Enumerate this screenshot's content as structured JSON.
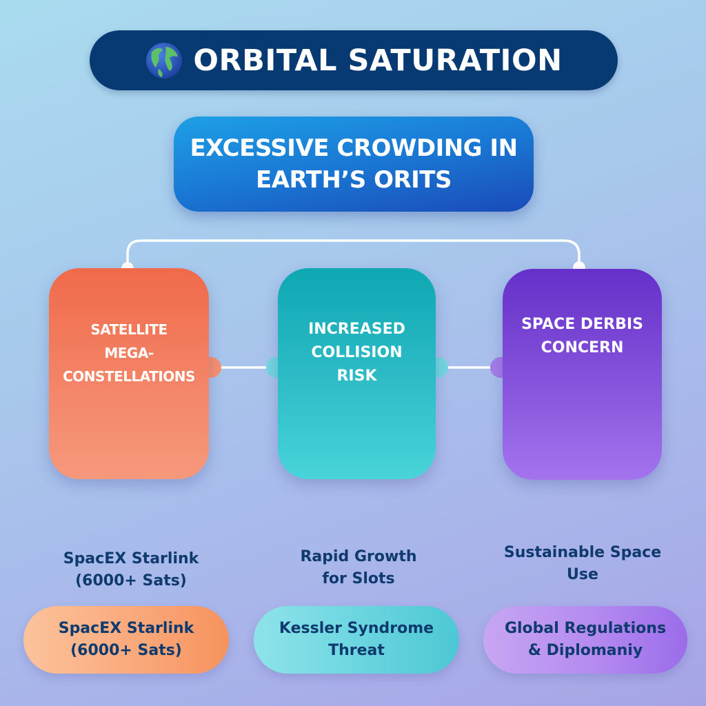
{
  "header": {
    "icon": "globe-icon",
    "title": "ORBITAL SATURATION"
  },
  "main_node": {
    "line1": "EXCESSIVE CROWDING IN",
    "line2": "EARTH’S ORITS"
  },
  "cards": [
    {
      "line1": "SATELLITE",
      "line2": "MEGA-CONSTELLATIONS",
      "line3": "",
      "color": "#f06a4a"
    },
    {
      "line1": "INCREASED",
      "line2": "COLLISION",
      "line3": "RISK",
      "color": "#0ea7b2"
    },
    {
      "line1": "SPACE DERBIS",
      "line2": "CONCERN",
      "line3": "",
      "color": "#6430c9"
    }
  ],
  "sub_labels": [
    {
      "line1": "SpacEX Starlink",
      "line2": "(6000+ Sats)"
    },
    {
      "line1": "Rapid Growth",
      "line2": "for Slots"
    },
    {
      "line1": "Sustainable Space",
      "line2": "Use"
    }
  ],
  "pills": [
    {
      "line1": "SpacEX Starlink",
      "line2": "(6000+ Sats)",
      "color": "#f9a678"
    },
    {
      "line1": "Kessler Syndrome",
      "line2": "Threat",
      "color": "#6cd6e0"
    },
    {
      "line1": "Global Regulations",
      "line2": "& Diplomaniy",
      "color": "#b48af0"
    }
  ],
  "colors": {
    "header_bg": "#073a73",
    "main_node_bg": "#1a78d4",
    "text_dark": "#0f3a6e",
    "connector": "#ffffff"
  }
}
